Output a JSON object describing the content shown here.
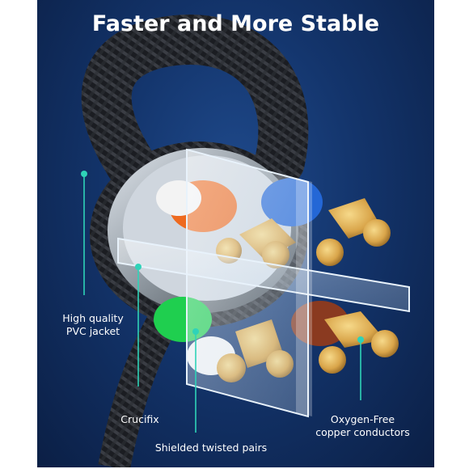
{
  "headline": "Faster and More Stable",
  "callouts": {
    "jacket_line1": "High quality",
    "jacket_line2": "PVC jacket",
    "crucifix": "Crucifix",
    "pairs": "Shielded twisted pairs",
    "copper_line1": "Oxygen-Free",
    "copper_line2": "copper conductors"
  },
  "colors": {
    "background": "#13346b",
    "accent": "#2fd3b8",
    "copper": "#d9a54a"
  }
}
